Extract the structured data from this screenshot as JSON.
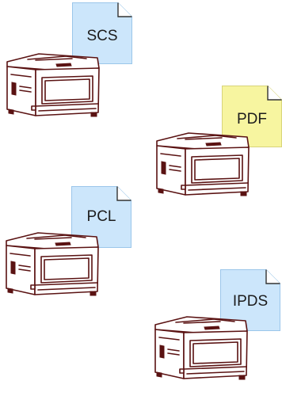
{
  "printers": [
    {
      "id": "scs",
      "label": "SCS",
      "color": "#cce6fb"
    },
    {
      "id": "pdf",
      "label": "PDF",
      "color": "#f7f5a0"
    },
    {
      "id": "pcl",
      "label": "PCL",
      "color": "#cce6fb"
    },
    {
      "id": "ipds",
      "label": "IPDS",
      "color": "#cce6fb"
    }
  ],
  "icons": {
    "printer": "printer-icon",
    "document": "document-icon"
  }
}
